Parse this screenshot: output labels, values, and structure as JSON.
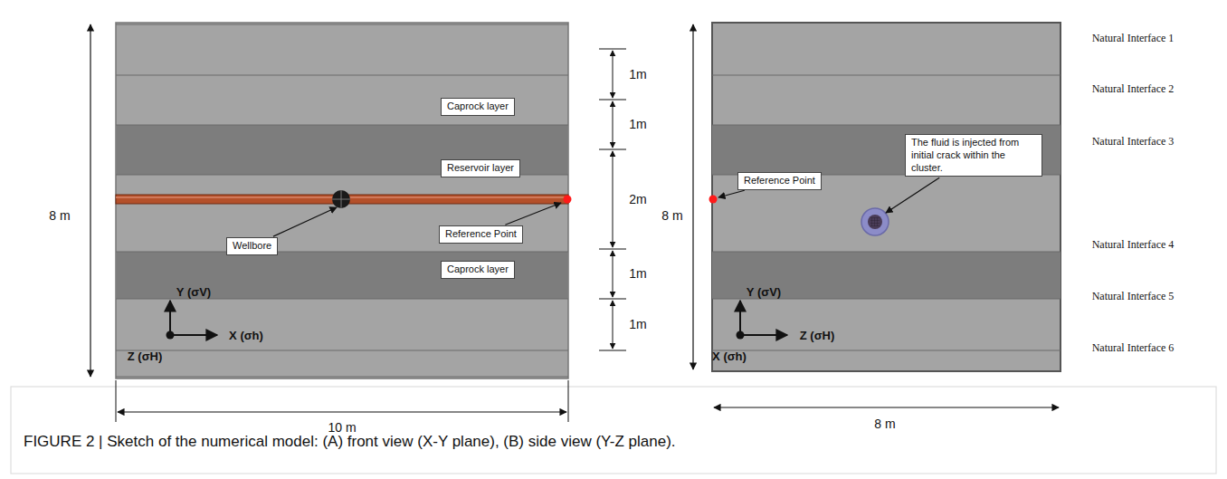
{
  "diagram": {
    "caption": "FIGURE 2 | Sketch of the numerical model: (A) front view (X-Y plane), (B) side view (Y-Z plane).",
    "nodes": [
      {
        "text": [
          "Caprock layer"
        ]
      },
      {
        "text": [
          "Reservoir layer"
        ]
      },
      {
        "text": [
          "Wellbore"
        ]
      },
      {
        "text": [
          "Reference Point"
        ]
      },
      {
        "text": [
          "Caprock layer"
        ]
      },
      {
        "text": [
          "Reference Point"
        ]
      },
      {
        "text": [
          "The fluid is injected from initial crack within the cluster."
        ]
      }
    ],
    "labels": [
      "8 m",
      "1m",
      "1m",
      "2m",
      "1m",
      "1m",
      "Y (σV)",
      "X (σh)",
      "Z (σH)",
      "10 m",
      "8 m",
      "Natural Interface 1",
      "Natural Interface 2",
      "Natural Interface 3",
      "Natural Interface 4",
      "Natural Interface 5",
      "Natural Interface 6",
      "Y (σV)",
      "Z (σH)",
      "X (σh)",
      "8 m"
    ]
  }
}
